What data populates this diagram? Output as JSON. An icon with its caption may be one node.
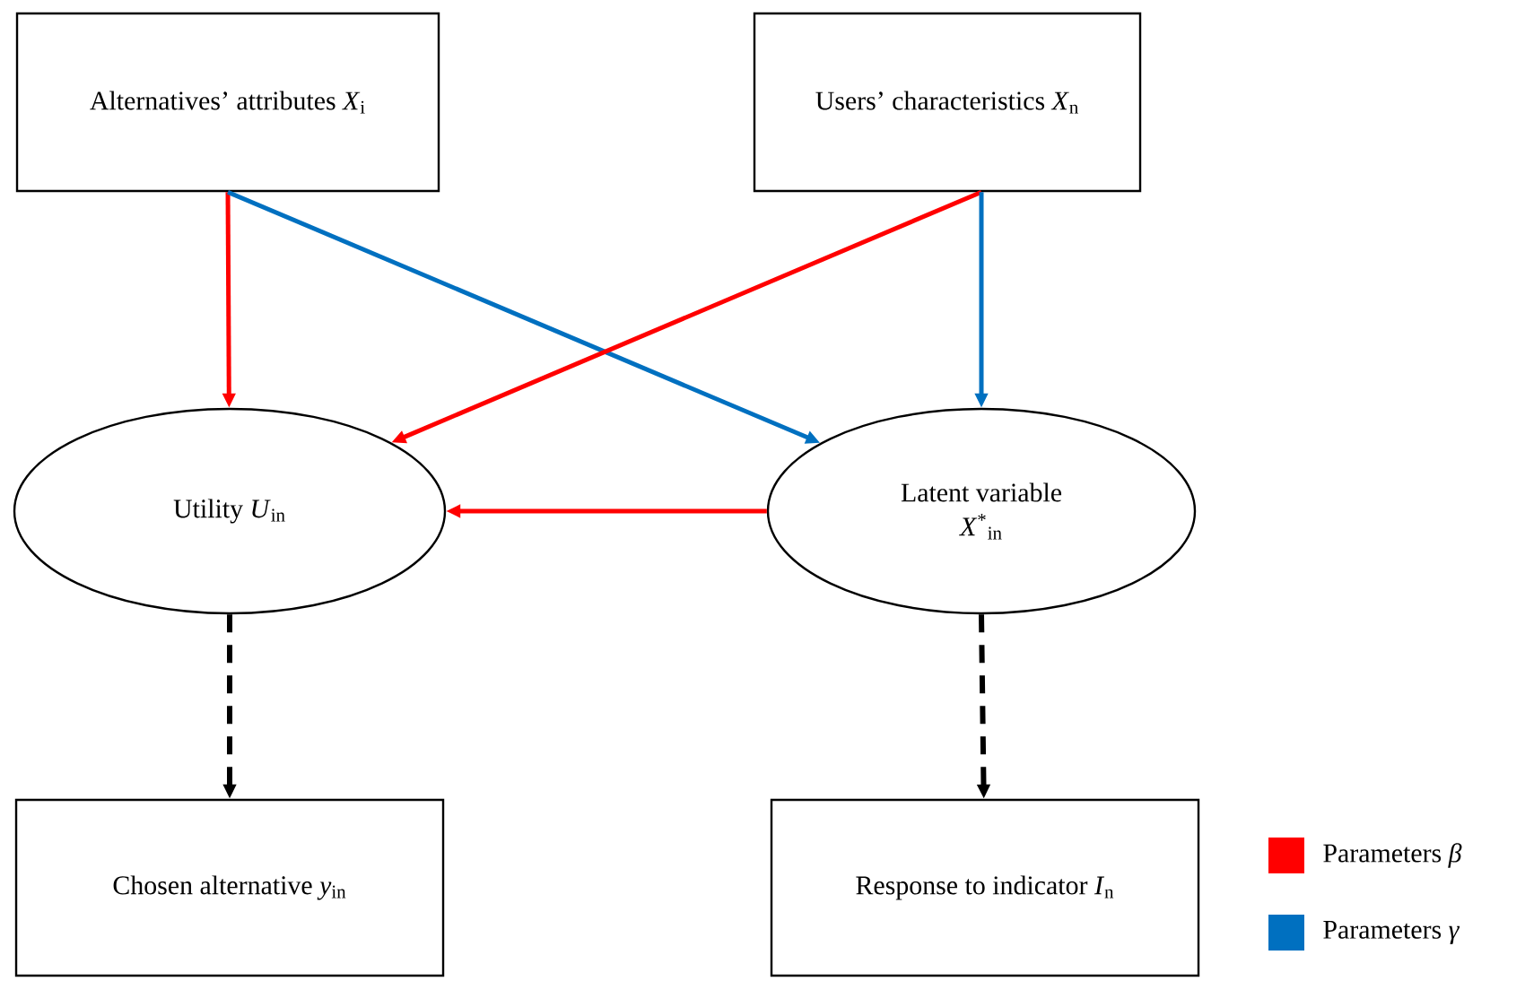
{
  "diagram": {
    "nodes": [
      {
        "text": [
          "Alternatives’ attributes *X*$_{i}$"
        ]
      },
      {
        "text": [
          "Users’ characteristics *X*$_{n}$"
        ]
      },
      {
        "text": [
          "Utility *U*$_{in}$"
        ]
      },
      {
        "text": [
          "Latent variable",
          "*X*$^{*}$$_{in}$"
        ]
      },
      {
        "text": [
          "Chosen alternative *y*$_{in}$"
        ]
      },
      {
        "text": [
          "Response to indicator *I*$_{n}$"
        ]
      }
    ],
    "edges": [
      {
        "from": 0,
        "to": 2,
        "arrow": "to",
        "color": "#ff0000"
      },
      {
        "from": 0,
        "to": 3,
        "arrow": "to",
        "color": "#0070c0"
      },
      {
        "from": 1,
        "to": 2,
        "arrow": "to",
        "color": "#ff0000"
      },
      {
        "from": 1,
        "to": 3,
        "arrow": "to",
        "color": "#0070c0"
      },
      {
        "from": 3,
        "to": 2,
        "arrow": "to",
        "color": "#ff0000"
      },
      {
        "from": 2,
        "to": 4,
        "arrow": "to",
        "style": "dashed",
        "color": "#000000"
      },
      {
        "from": 3,
        "to": 5,
        "arrow": "to",
        "style": "dashed",
        "color": "#000000"
      }
    ],
    "legend": [
      {
        "text": "Parameters *β*",
        "color": "#ff0000"
      },
      {
        "text": "Parameters *γ*",
        "color": "#0070c0"
      }
    ]
  }
}
